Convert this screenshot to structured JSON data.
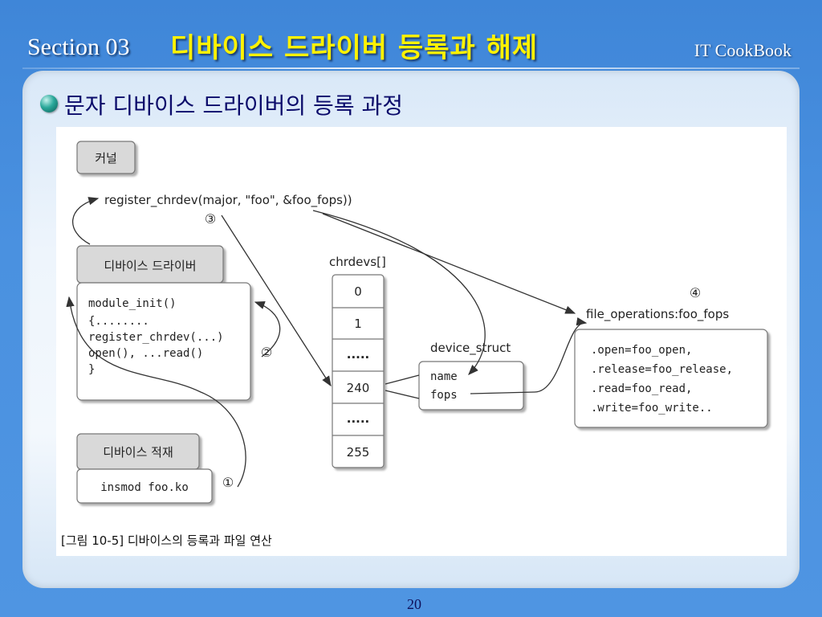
{
  "header": {
    "section_label": "Section 03",
    "section_title": "디바이스 드라이버 등록과 해제",
    "brand": "IT CookBook"
  },
  "subtitle": "문자 디바이스 드라이버의 등록 과정",
  "diagram": {
    "kernel_label": "커널",
    "register_call": "register_chrdev(major, \"foo\", &foo_fops))",
    "driver_label": "디바이스 드라이버",
    "driver_code": [
      "module_init()",
      "{........",
      "register_chrdev(...)",
      "open(), ...read()",
      "}"
    ],
    "load_label": "디바이스 적재",
    "insmod_cmd": "insmod foo.ko",
    "chrdevs_label": "chrdevs[]",
    "chrdevs_cells": [
      "0",
      "1",
      ".....",
      "240",
      ".....",
      "255"
    ],
    "device_struct_label": "device_struct",
    "device_struct_fields": [
      "name",
      "fops"
    ],
    "fops_label": "file_operations:foo_fops",
    "fops_fields": [
      ".open=foo_open,",
      ".release=foo_release,",
      ".read=foo_read,",
      ".write=foo_write.."
    ],
    "step_markers": [
      "①",
      "②",
      "③",
      "④"
    ],
    "caption": "[그림 10-5] 디바이스의 등록과 파일 연산"
  },
  "footer": {
    "page_number": "20"
  }
}
